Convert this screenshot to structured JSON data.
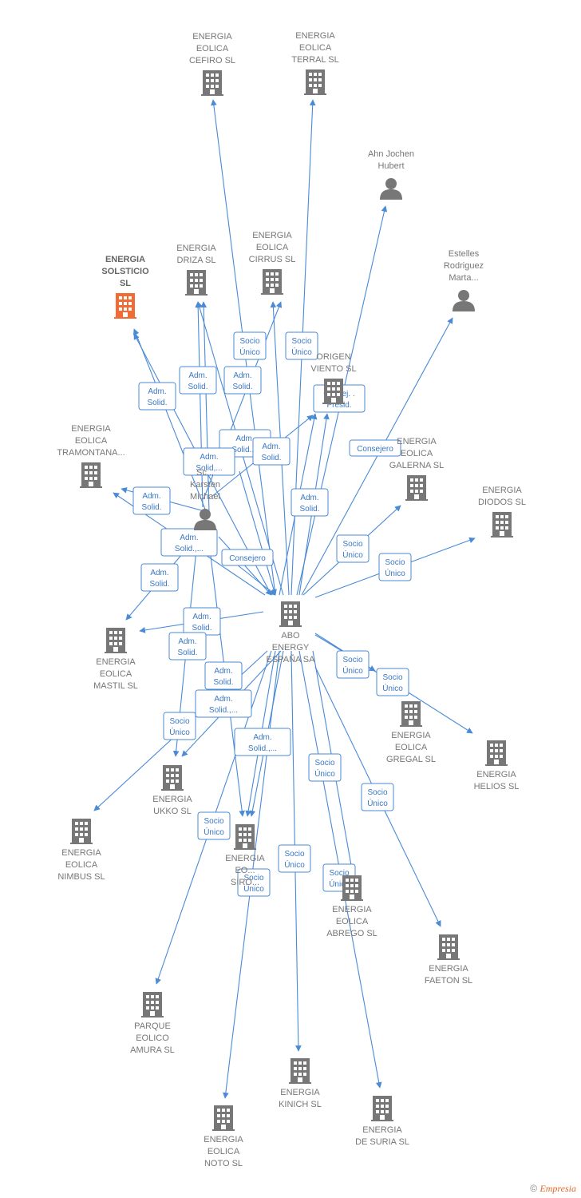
{
  "colors": {
    "edge": "#4a8ad6",
    "building": "#777777",
    "highlight": "#f26b35",
    "person": "#777777"
  },
  "nodes": [
    {
      "id": "cefiro",
      "type": "company",
      "lines": [
        "ENERGIA",
        "EOLICA",
        "CEFIRO  SL"
      ]
    },
    {
      "id": "terral",
      "type": "company",
      "lines": [
        "ENERGIA",
        "EOLICA",
        "TERRAL  SL"
      ]
    },
    {
      "id": "ahn",
      "type": "person",
      "lines": [
        "Ahn Jochen",
        "Hubert"
      ]
    },
    {
      "id": "driza",
      "type": "company",
      "lines": [
        "ENERGIA",
        "DRIZA  SL"
      ]
    },
    {
      "id": "cirrus",
      "type": "company",
      "lines": [
        "ENERGIA",
        "EOLICA",
        "CIRRUS SL"
      ]
    },
    {
      "id": "solsticio",
      "type": "company",
      "highlight": true,
      "lines": [
        "ENERGIA",
        "SOLSTICIO",
        "SL"
      ]
    },
    {
      "id": "estelles",
      "type": "person",
      "lines": [
        "Estelles",
        "Rodriguez",
        "Marta..."
      ]
    },
    {
      "id": "origen",
      "type": "company",
      "lines": [
        "ORIGEN",
        "VIENTO  SL"
      ]
    },
    {
      "id": "tramontana",
      "type": "company",
      "lines": [
        "ENERGIA",
        "EOLICA",
        "TRAMONTANA..."
      ]
    },
    {
      "id": "galerna",
      "type": "company",
      "lines": [
        "ENERGIA",
        "EOLICA",
        "GALERNA  SL"
      ]
    },
    {
      "id": "diodos",
      "type": "company",
      "lines": [
        "ENERGIA",
        "DIODOS  SL"
      ]
    },
    {
      "id": "karsten",
      "type": "person",
      "lines": [
        "Sc...",
        "Karsten",
        "Michael"
      ]
    },
    {
      "id": "abo",
      "type": "company",
      "lines": [
        "ABO",
        "ENERGY",
        "ESPAÑA SA"
      ]
    },
    {
      "id": "mastil",
      "type": "company",
      "lines": [
        "ENERGIA",
        "EOLICA",
        "MASTIL SL"
      ]
    },
    {
      "id": "gregal",
      "type": "company",
      "lines": [
        "ENERGIA",
        "EOLICA",
        "GREGAL  SL"
      ]
    },
    {
      "id": "helios",
      "type": "company",
      "lines": [
        "ENERGIA",
        "HELIOS  SL"
      ]
    },
    {
      "id": "ukko",
      "type": "company",
      "lines": [
        "ENERGIA",
        "UKKO  SL"
      ]
    },
    {
      "id": "nimbus",
      "type": "company",
      "lines": [
        "ENERGIA",
        "EOLICA",
        "NIMBUS SL"
      ]
    },
    {
      "id": "siroco",
      "type": "company",
      "lines": [
        "ENERGIA",
        "EO...",
        "SIRO..."
      ]
    },
    {
      "id": "abrego",
      "type": "company",
      "lines": [
        "ENERGIA",
        "EOLICA",
        "ABREGO  SL"
      ]
    },
    {
      "id": "faeton",
      "type": "company",
      "lines": [
        "ENERGIA",
        "FAETON  SL"
      ]
    },
    {
      "id": "amura",
      "type": "company",
      "lines": [
        "PARQUE",
        "EOLICO",
        "AMURA SL"
      ]
    },
    {
      "id": "kinich",
      "type": "company",
      "lines": [
        "ENERGIA",
        "KINICH  SL"
      ]
    },
    {
      "id": "noto",
      "type": "company",
      "lines": [
        "ENERGIA",
        "EOLICA",
        "NOTO  SL"
      ]
    },
    {
      "id": "suria",
      "type": "company",
      "lines": [
        "ENERGIA",
        "DE SURIA  SL"
      ]
    }
  ],
  "edge_labels": [
    {
      "lines": [
        "Socio",
        "Único"
      ]
    },
    {
      "lines": [
        "Socio",
        "Único"
      ]
    },
    {
      "lines": [
        "Adm.",
        "Solid."
      ]
    },
    {
      "lines": [
        "Adm.",
        "Solid."
      ]
    },
    {
      "lines": [
        "Adm.",
        "Solid."
      ]
    },
    {
      "lines": [
        "Consej. .",
        "Presid."
      ]
    },
    {
      "lines": [
        "Adm.",
        "Solid...."
      ]
    },
    {
      "lines": [
        "Adm.",
        "Solid,..."
      ]
    },
    {
      "lines": [
        "Adm.",
        "Solid."
      ]
    },
    {
      "lines": [
        "Consejero"
      ]
    },
    {
      "lines": [
        "Adm.",
        "Solid."
      ]
    },
    {
      "lines": [
        "Adm.",
        "Solid."
      ]
    },
    {
      "lines": [
        "Adm.",
        "Solid.,..."
      ]
    },
    {
      "lines": [
        "Consejero"
      ]
    },
    {
      "lines": [
        "Socio",
        "Único"
      ]
    },
    {
      "lines": [
        "Socio",
        "Único"
      ]
    },
    {
      "lines": [
        "Adm.",
        "Solid."
      ]
    },
    {
      "lines": [
        "Adm.",
        "Solid."
      ]
    },
    {
      "lines": [
        "Adm.",
        "Solid."
      ]
    },
    {
      "lines": [
        "Adm.",
        "Solid."
      ]
    },
    {
      "lines": [
        "Socio",
        "Único"
      ]
    },
    {
      "lines": [
        "Socio",
        "Único"
      ]
    },
    {
      "lines": [
        "Adm.",
        "Solid.,..."
      ]
    },
    {
      "lines": [
        "Socio",
        "Único"
      ]
    },
    {
      "lines": [
        "Adm.",
        "Solid.,..."
      ]
    },
    {
      "lines": [
        "Socio",
        "Único"
      ]
    },
    {
      "lines": [
        "Socio",
        "Único"
      ]
    },
    {
      "lines": [
        "Socio",
        "Único"
      ]
    },
    {
      "lines": [
        "Socio",
        "Único"
      ]
    },
    {
      "lines": [
        "Socio",
        "Único"
      ]
    },
    {
      "lines": [
        "Socio",
        "Único"
      ]
    }
  ],
  "footer": {
    "copyright": "©",
    "brand": "Empresia"
  }
}
